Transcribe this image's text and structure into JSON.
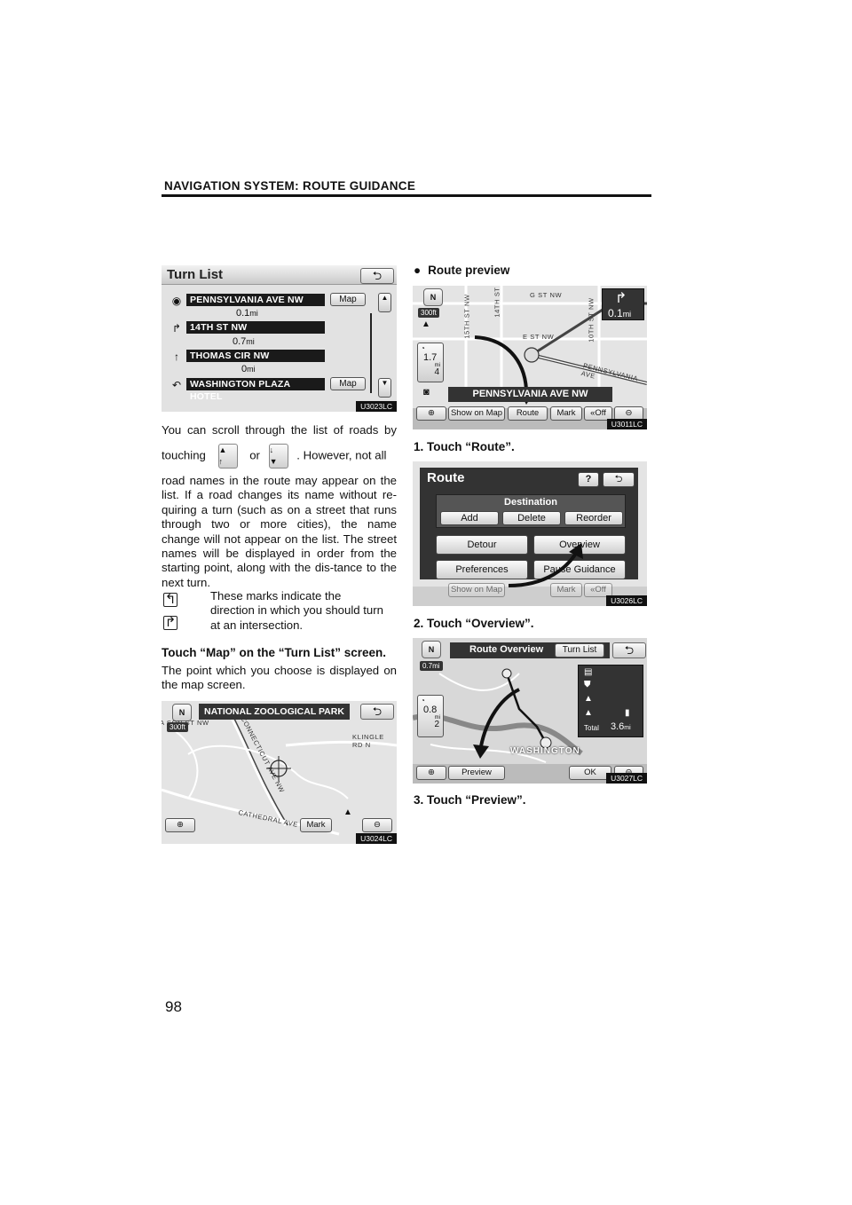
{
  "header": {
    "title": "NAVIGATION SYSTEM: ROUTE GUIDANCE"
  },
  "page_number": "98",
  "shot1": {
    "title": "Turn List",
    "code": "U3023LC",
    "rows": [
      {
        "road": "PENNSYLVANIA AVE NW",
        "dist": "0.1",
        "has_map": true
      },
      {
        "road": "14TH ST NW",
        "dist": "0.7",
        "has_map": false
      },
      {
        "road": "THOMAS CIR NW",
        "dist": "0",
        "has_map": false
      },
      {
        "road": "WASHINGTON PLAZA HOTEL",
        "dist": "",
        "has_map": true
      }
    ],
    "unit": "mi",
    "map_label": "Map"
  },
  "text1_a": "You can scroll through the list of roads by",
  "text1_b1": "touching",
  "text1_b2": "or",
  "text1_b3": ". However, not all",
  "text1_c": "road names in the route may appear on the list. If a road changes its name without re-quiring a turn (such as on a street that runs through two or more cities), the name change will not appear on the list. The street names will be displayed in order from the starting point, along with the dis-tance to the next turn.",
  "marks_text": "These marks indicate the direction in which you should turn at an intersection.",
  "heading_map": "Touch “Map” on the “Turn List” screen.",
  "text_map": "The point which you choose is displayed on the map screen.",
  "shot2": {
    "title": "NATIONAL ZOOLOGICAL PARK",
    "code": "U3024LC",
    "scale": "300ft",
    "mark": "Mark",
    "labels": [
      "KLINGLE RD N",
      "CATHEDRAL AVE",
      "CONNECTICUT AVE NW",
      "A SON ST NW"
    ]
  },
  "route_preview_heading": "Route preview",
  "shot3": {
    "code": "U3011LC",
    "scale": "300ft",
    "street": "PENNSYLVANIA AVE NW",
    "labels": [
      "G ST NW",
      "E ST NW",
      "15TH ST NW",
      "14TH ST",
      "10TH ST NW",
      "PENNSYLVANIA AVE"
    ],
    "dist_big": "0.1",
    "dist_unit": "mi",
    "panel_dist": "1.7",
    "panel_min": "4",
    "buttons": [
      "Show on Map",
      "Route",
      "Mark",
      "Off"
    ]
  },
  "step1": "1. Touch “Route”.",
  "shot4": {
    "code": "U3026LC",
    "title": "Route",
    "help": "?",
    "destination": "Destination",
    "dest_buttons": [
      "Add",
      "Delete",
      "Reorder"
    ],
    "buttons": [
      "Detour",
      "Overview",
      "Preferences",
      "Pause Guidance"
    ]
  },
  "step2": "2. Touch “Overview”.",
  "shot5": {
    "code": "U3027LC",
    "title": "Route Overview",
    "turn_list": "Turn List",
    "scale": "0.7mi",
    "panel_dist": "0.8",
    "panel_min": "2",
    "total_label": "Total",
    "total_value": "3.6",
    "total_unit": "mi",
    "city": "WASHINGTON",
    "preview": "Preview",
    "ok": "OK"
  },
  "step3": "3. Touch “Preview”."
}
